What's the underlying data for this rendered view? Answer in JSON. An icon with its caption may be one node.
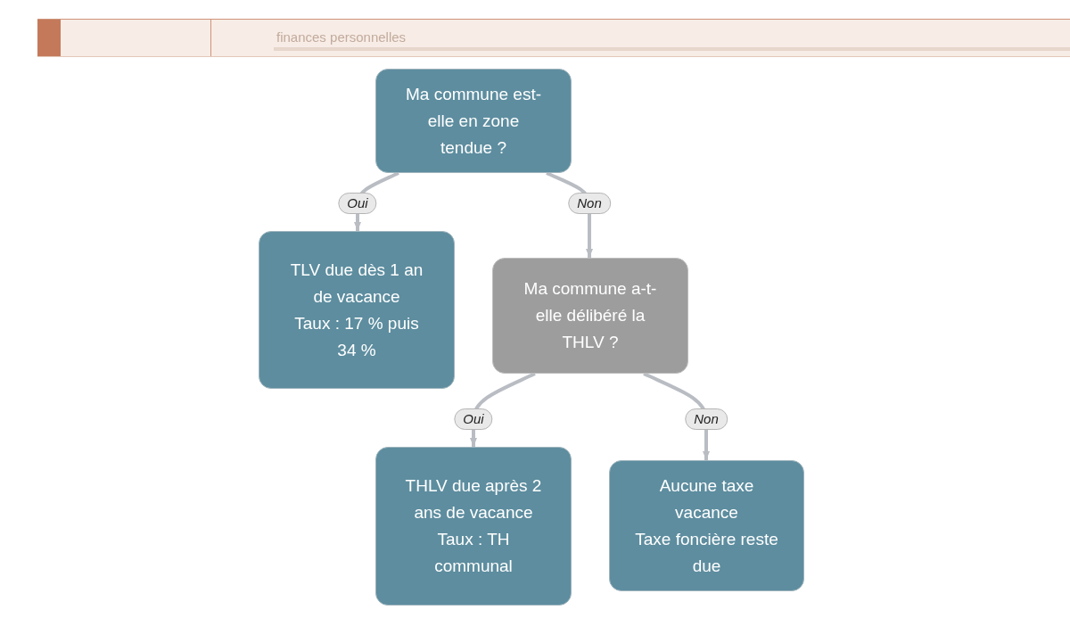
{
  "diagram": {
    "nodes": [
      {
        "text": [
          "Ma commune est-elle en zone tendue ?"
        ]
      },
      {
        "text": [
          "TLV due dès 1 an de vacance",
          "Taux : 17 % puis 34 %"
        ]
      },
      {
        "text": [
          "Ma commune a-t-elle délibéré la THLV ?"
        ]
      },
      {
        "text": [
          "THLV due après 2 ans de vacance",
          "Taux : TH communal"
        ]
      },
      {
        "text": [
          "Aucune taxe vacance",
          "Taxe foncière reste due"
        ]
      }
    ],
    "edges": [
      {
        "from": 0,
        "to": 1,
        "arrow": "to",
        "label": "Oui"
      },
      {
        "from": 0,
        "to": 2,
        "arrow": "to",
        "label": "Non"
      },
      {
        "from": 2,
        "to": 3,
        "arrow": "to",
        "label": "Oui"
      },
      {
        "from": 2,
        "to": 4,
        "arrow": "to",
        "label": "Non"
      }
    ],
    "labels": [
      "finances personnelles"
    ]
  }
}
